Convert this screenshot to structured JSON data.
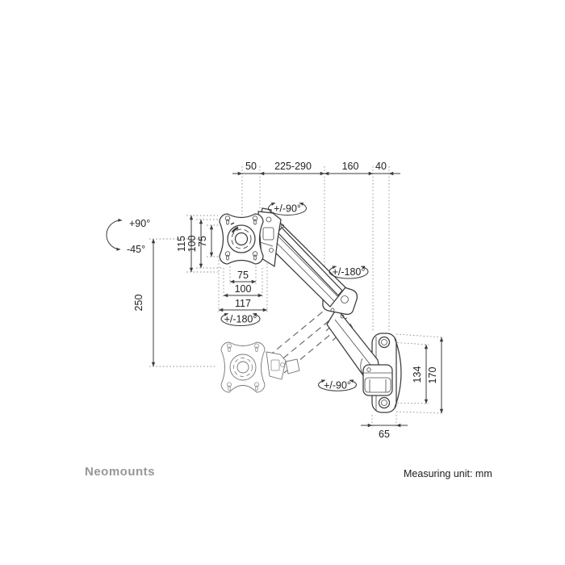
{
  "footer": {
    "brand": "Neomounts",
    "unit_note": "Measuring unit: mm"
  },
  "colors": {
    "line": "#3a3a3a",
    "dimension_text": "#222222",
    "extension_line": "#8f8f8f",
    "brand_text": "#979797",
    "background": "#ffffff"
  },
  "dims": {
    "top": [
      "50",
      "225-290",
      "160",
      "40"
    ],
    "vesa_vertical": [
      "115",
      "100",
      "75"
    ],
    "vesa_horizontal": [
      "75",
      "100",
      "117"
    ],
    "height_range": "250",
    "wall_hole_spacing": "134",
    "wall_plate_height": "170",
    "wall_plate_width": "65"
  },
  "rotations": {
    "tilt_up": "+90°",
    "tilt_down": "-45°",
    "head_swivel": "+/-90°",
    "arm_rotate": "+/-180°",
    "vesa_rotate": "+/-180°",
    "wall_swivel": "+/-90°"
  }
}
